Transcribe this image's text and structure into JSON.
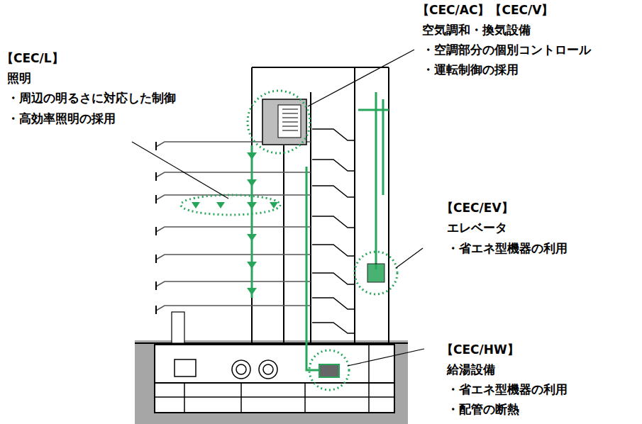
{
  "diagram": {
    "labels": [
      "【CEC/L】",
      "照明",
      "・周辺の明るさに対応した制御",
      "・高効率照明の採用",
      "【CEC/AC】【CEC/V】",
      "空気調和・換気設備",
      "・空調部分の個別コントロール",
      "・運転制御の採用",
      "【CEC/EV】",
      "エレベータ",
      "・省エネ型機器の利用",
      "【CEC/HW】",
      "給湯設備",
      "・省エネ型機器の利用",
      "・配管の断熱"
    ]
  }
}
